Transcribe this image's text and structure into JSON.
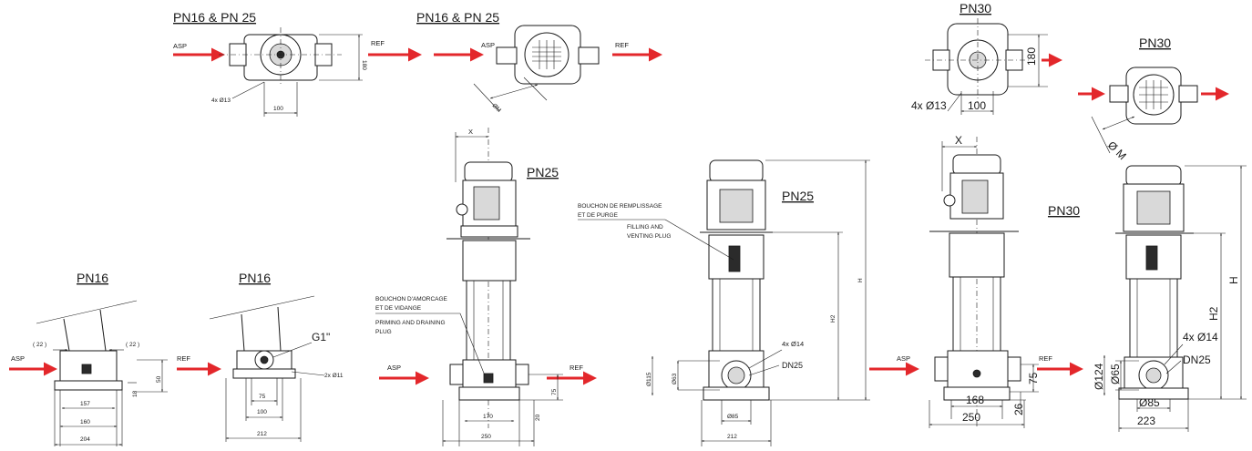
{
  "colors": {
    "arrow": "#e3272b",
    "line": "#1a1a1a"
  },
  "labels": {
    "pn16_pn25": "PN16 & PN 25",
    "pn30": "PN30",
    "pn25": "PN25",
    "pn16": "PN16",
    "asp": "ASP",
    "ref": "REF",
    "bouchon_remplissage": "BOUCHON DE REMPLISSAGE",
    "et_de_purge": "ET DE PURGE",
    "filling_and": "FILLING AND",
    "venting_plug": "VENTING PLUG",
    "bouchon_amorcage": "BOUCHON D'AMORCAGE",
    "et_de_vidange": "ET DE VIDANGE",
    "priming_and_draining": "PRIMING AND DRAINING",
    "plug": "PLUG",
    "g1": "G1\"",
    "x": "X",
    "h": "H",
    "h2": "H2",
    "dn25": "DN25",
    "phi_m": "ØM",
    "phi_m_spaced": "Ø M"
  },
  "dims": {
    "d_4x13": "4x Ø13",
    "d_180": "180",
    "d_100": "100",
    "d_22": "( 22 )",
    "d_157": "157",
    "d_160": "160",
    "d_204": "204",
    "d_18": "18",
    "d_50": "50",
    "d_75": "75",
    "d_212": "212",
    "d_2x11": "2x Ø11",
    "d_170": "170",
    "d_250": "250",
    "d_20": "20",
    "d_115": "Ø115",
    "d_63": "Ø63",
    "d_4x14": "4x Ø14",
    "d_85": "Ø85",
    "d_168": "168",
    "d_26": "26",
    "d_124": "Ø124",
    "d_65": "Ø65",
    "d_223": "223"
  }
}
